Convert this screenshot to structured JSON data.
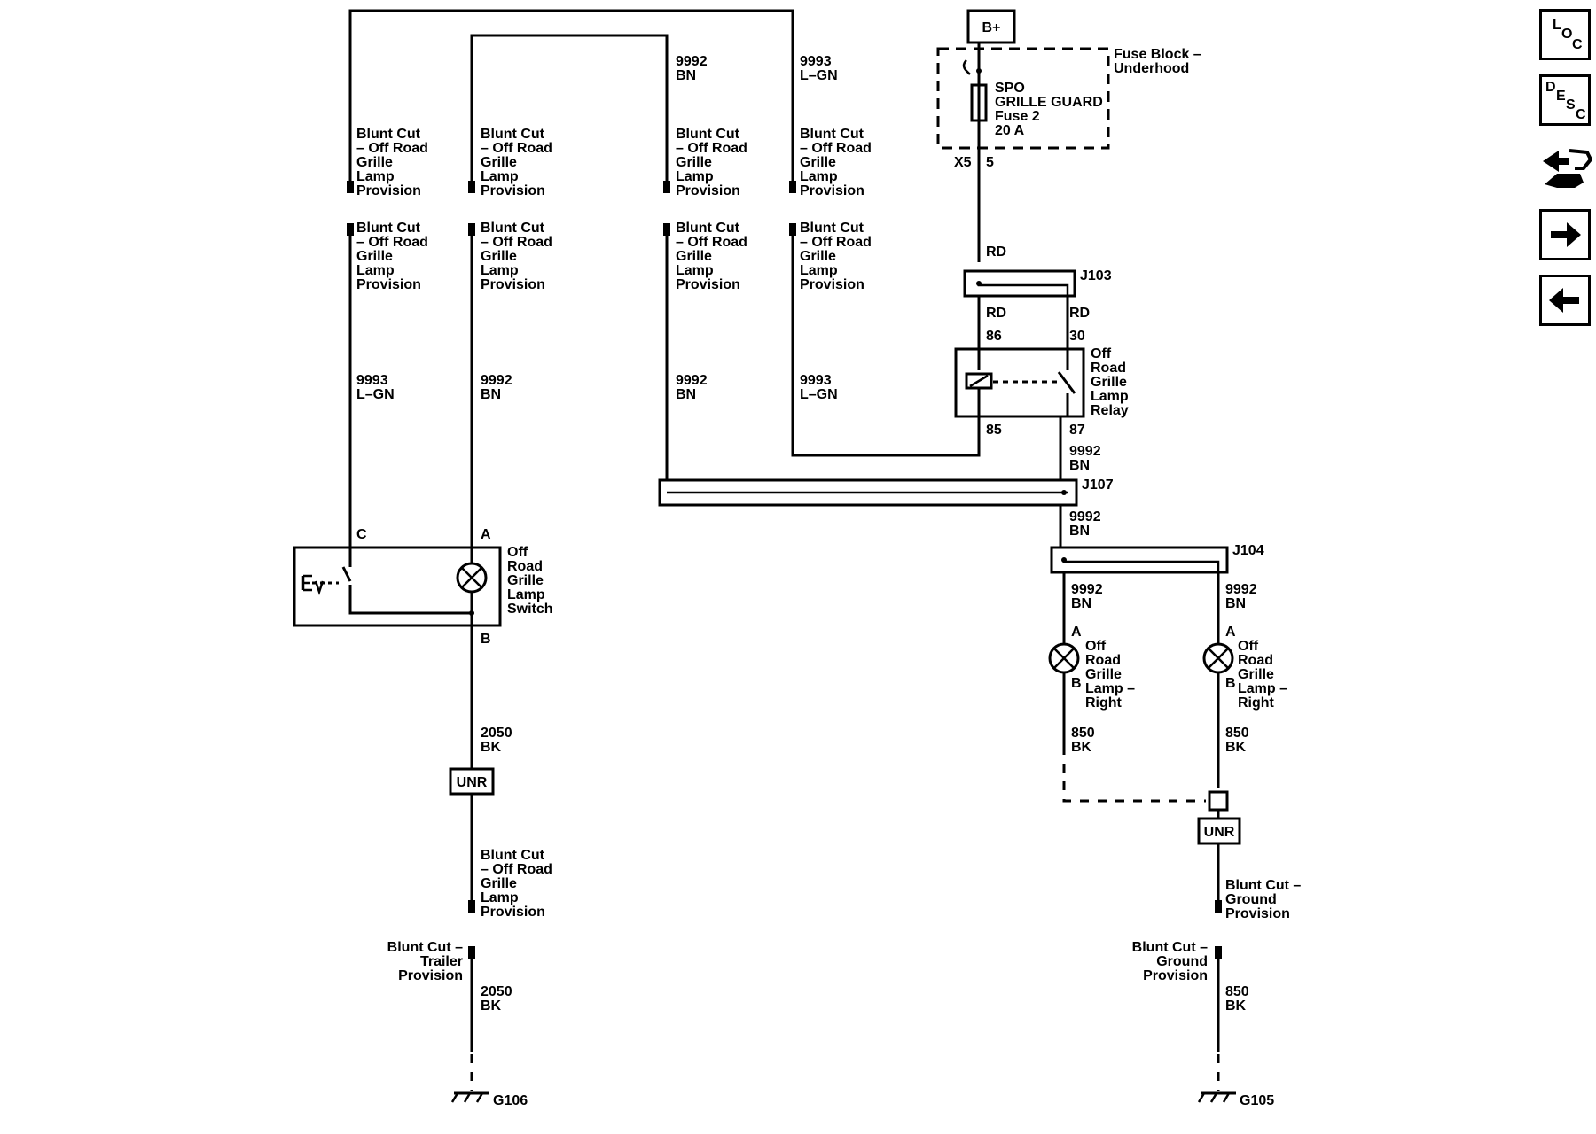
{
  "power": {
    "source": "B+"
  },
  "fuse_block": {
    "title": "Fuse Block –\nUnderhood"
  },
  "fuse": {
    "label": "SPO\nGRILLE GUARD\nFuse 2\n20 A",
    "connector": "X5",
    "pin": "5"
  },
  "junctions": {
    "j103": "J103",
    "j107": "J107",
    "j104": "J104"
  },
  "relay": {
    "label": "Off\nRoad\nGrille\nLamp\nRelay",
    "pin86": "86",
    "pin30": "30",
    "pin85": "85",
    "pin87": "87"
  },
  "wires": {
    "w9992_bn": "9992\nBN",
    "w9993_lgn": "9993\nL–GN",
    "rd": "RD",
    "w2050_bk": "2050\nBK",
    "w850_bk": "850\nBK"
  },
  "blunt_cut": {
    "off_road": "Blunt Cut\n– Off Road\nGrille\nLamp\nProvision",
    "trailer": "Blunt Cut –\nTrailer\nProvision",
    "ground_upper": "Blunt Cut –\nGround\nProvision",
    "ground_lower": "Blunt Cut –\nGround\nProvision"
  },
  "switch": {
    "label": "Off\nRoad\nGrille\nLamp\nSwitch",
    "pin_c": "C",
    "pin_a": "A",
    "pin_b": "B"
  },
  "lamps": {
    "left": {
      "label": "Off\nRoad\nGrille\nLamp –\nRight",
      "pin_a": "A",
      "pin_b": "B"
    },
    "right": {
      "label": "Off\nRoad\nGrille\nLamp –\nRight",
      "pin_a": "A",
      "pin_b": "B"
    }
  },
  "unr": "UNR",
  "grounds": {
    "g106": "G106",
    "g105": "G105"
  },
  "nav": {
    "loc_icon": "loc-icon",
    "desc_icon": "desc-icon",
    "connector_icon": "connector-wrench-icon",
    "next_icon": "arrow-right-icon",
    "prev_icon": "arrow-left-icon"
  }
}
